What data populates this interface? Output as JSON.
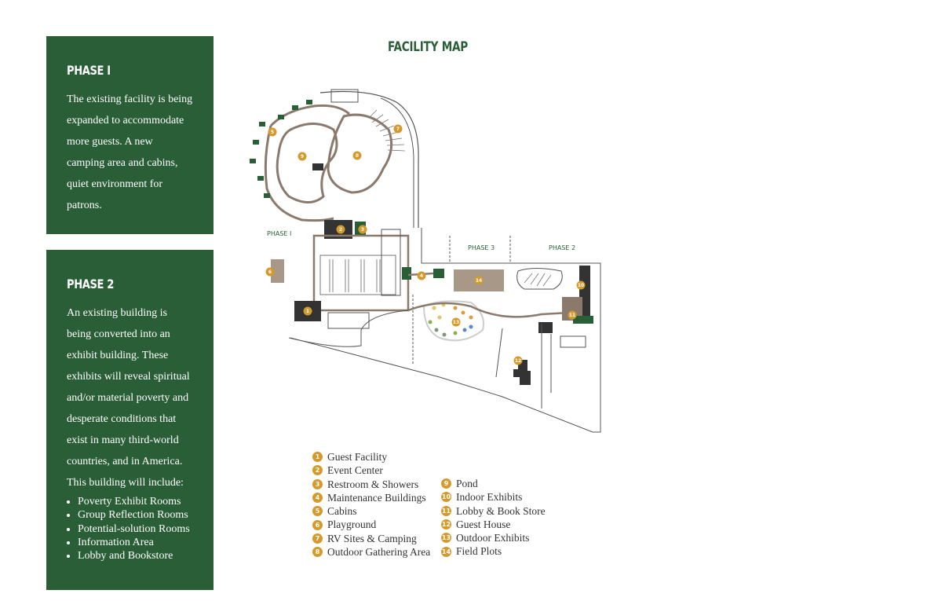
{
  "phase1": {
    "title": "PHASE I",
    "text": "The existing facility is being expanded to accommodate more guests. A new camping area and cabins, quiet environment for patrons."
  },
  "phase2": {
    "title": "PHASE 2",
    "text": "An existing building is being converted into an exhibit building. These exhibits will reveal spiritual and/or material poverty and desperate conditions that exist in many third-world countries, and in America.",
    "include_label": "This building will include:",
    "items": [
      "Poverty Exhibit Rooms",
      "Group Reflection Rooms",
      "Potential-solution Rooms",
      "Information Area",
      "Lobby and Bookstore"
    ]
  },
  "map": {
    "title": "FACILITY MAP",
    "phase_labels": [
      "PHASE I",
      "PHASE 3",
      "PHASE 2"
    ],
    "marker_numbers": [
      "1",
      "2",
      "3",
      "4",
      "5",
      "6",
      "7",
      "8",
      "9",
      "10",
      "11",
      "12",
      "13",
      "14"
    ]
  },
  "legend": [
    {
      "num": "1",
      "label": "Guest Facility"
    },
    {
      "num": "2",
      "label": "Event Center"
    },
    {
      "num": "3",
      "label": "Restroom & Showers"
    },
    {
      "num": "4",
      "label": "Maintenance Buildings"
    },
    {
      "num": "5",
      "label": "Cabins"
    },
    {
      "num": "6",
      "label": "Playground"
    },
    {
      "num": "7",
      "label": "RV Sites & Camping"
    },
    {
      "num": "8",
      "label": "Outdoor Gathering Area"
    },
    {
      "num": "9",
      "label": "Pond"
    },
    {
      "num": "10",
      "label": "Indoor Exhibits"
    },
    {
      "num": "11",
      "label": "Lobby & Book Store"
    },
    {
      "num": "12",
      "label": "Guest House"
    },
    {
      "num": "13",
      "label": "Outdoor Exhibits"
    },
    {
      "num": "14",
      "label": "Field Plots"
    }
  ],
  "colors": {
    "panel": "#2a5e37",
    "marker": "#d49a2c",
    "path": "#8b7a6b",
    "building": "#333333"
  }
}
